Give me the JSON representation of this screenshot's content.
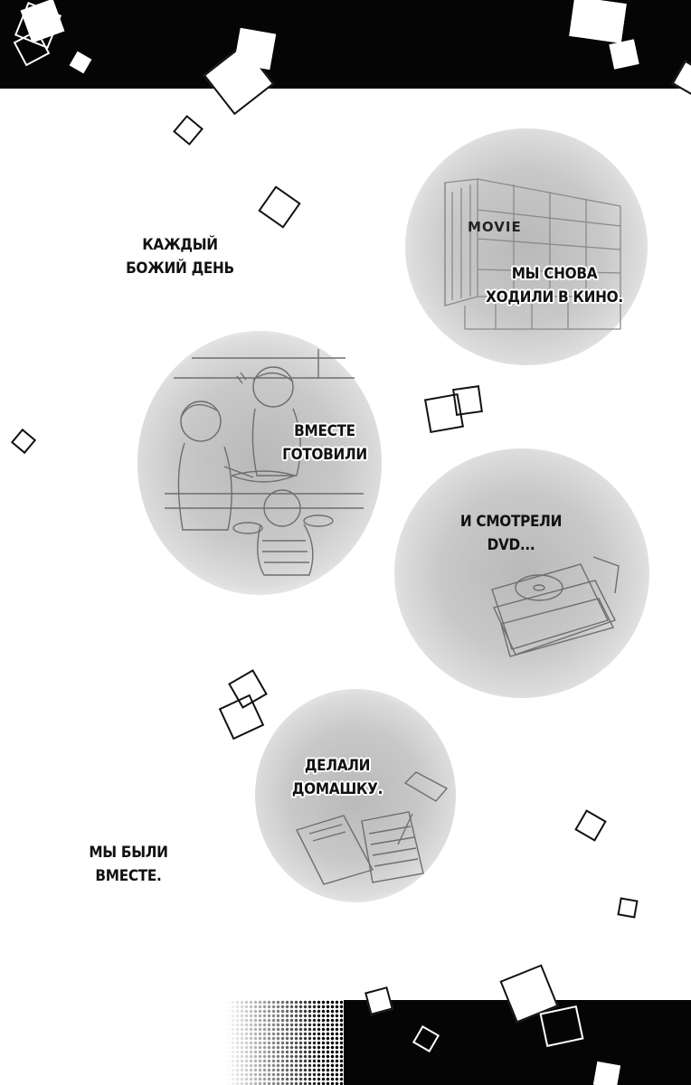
{
  "captions": {
    "every_day": [
      "КАЖДЫЙ",
      "БОЖИЙ ДЕНЬ"
    ],
    "movies": [
      "МЫ СНОВА",
      "ХОДИЛИ В КИНО."
    ],
    "cooked": [
      "ВМЕСТЕ",
      "ГОТОВИЛИ"
    ],
    "dvd": [
      "И СМОТРЕЛИ",
      "DVD..."
    ],
    "homework": [
      "ДЕЛАЛИ",
      "ДОМАШКУ."
    ],
    "together": [
      "МЫ БЫЛИ",
      "ВМЕСТЕ."
    ]
  },
  "signage": {
    "cinema_sign": "MOVIE"
  },
  "colors": {
    "ink": "#111111",
    "band": "#050505",
    "bubble_gray": "#c4c4c4",
    "paper": "#ffffff"
  }
}
